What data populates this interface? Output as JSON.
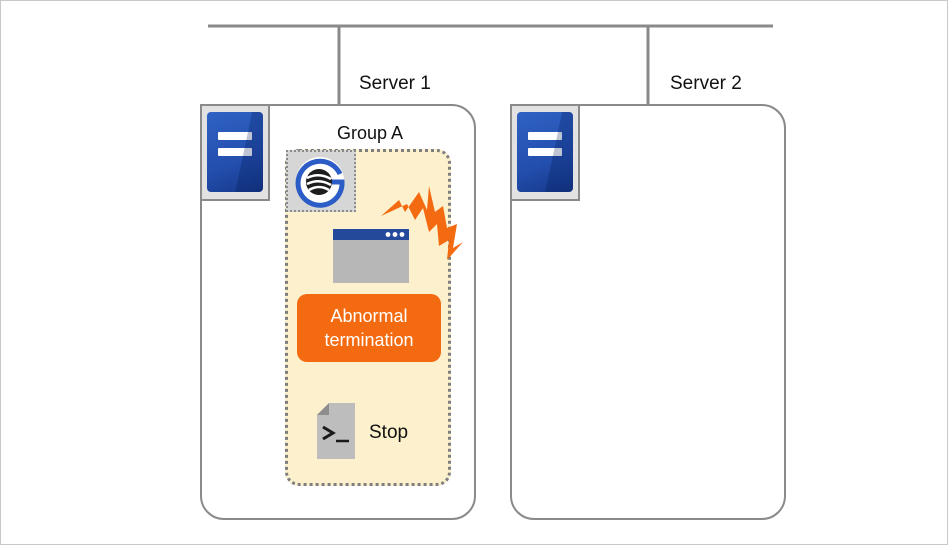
{
  "servers": [
    {
      "label": "Server 1"
    },
    {
      "label": "Server 2"
    }
  ],
  "group": {
    "label": "Group A",
    "status_label": "Abnormal\ntermination",
    "script_label": "Stop"
  },
  "colors": {
    "server_border": "#8a8a8a",
    "server_icon": "#2456b8",
    "group_fill": "#fdf0cd",
    "status_fill": "#f46a10",
    "alert": "#f46a10",
    "window_titlebar": "#24489a"
  },
  "icons": [
    "server-icon",
    "clusterpro-logo-icon",
    "application-window-icon",
    "lightning-alert-icon",
    "script-file-icon"
  ]
}
